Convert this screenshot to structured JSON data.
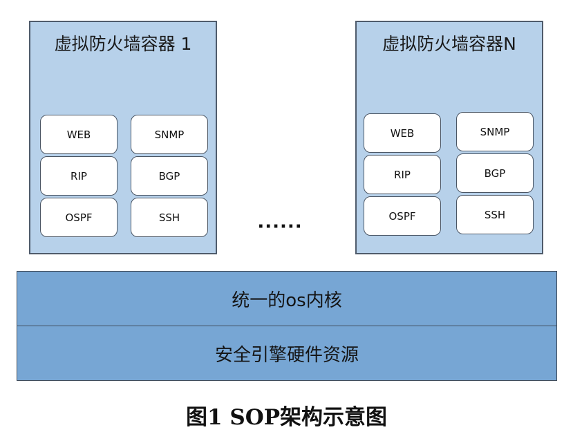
{
  "containers": [
    {
      "title": "虚拟防火墙容器 1",
      "services": [
        "WEB",
        "SNMP",
        "RIP",
        "BGP",
        "OSPF",
        "SSH"
      ]
    },
    {
      "title": "虚拟防火墙容器N",
      "services": [
        "WEB",
        "SNMP",
        "RIP",
        "BGP",
        "OSPF",
        "SSH"
      ]
    }
  ],
  "ellipsis": "······",
  "layers": {
    "kernel": "统一的os内核",
    "hardware": "安全引擎硬件资源"
  },
  "caption": "图1 SOP架构示意图"
}
